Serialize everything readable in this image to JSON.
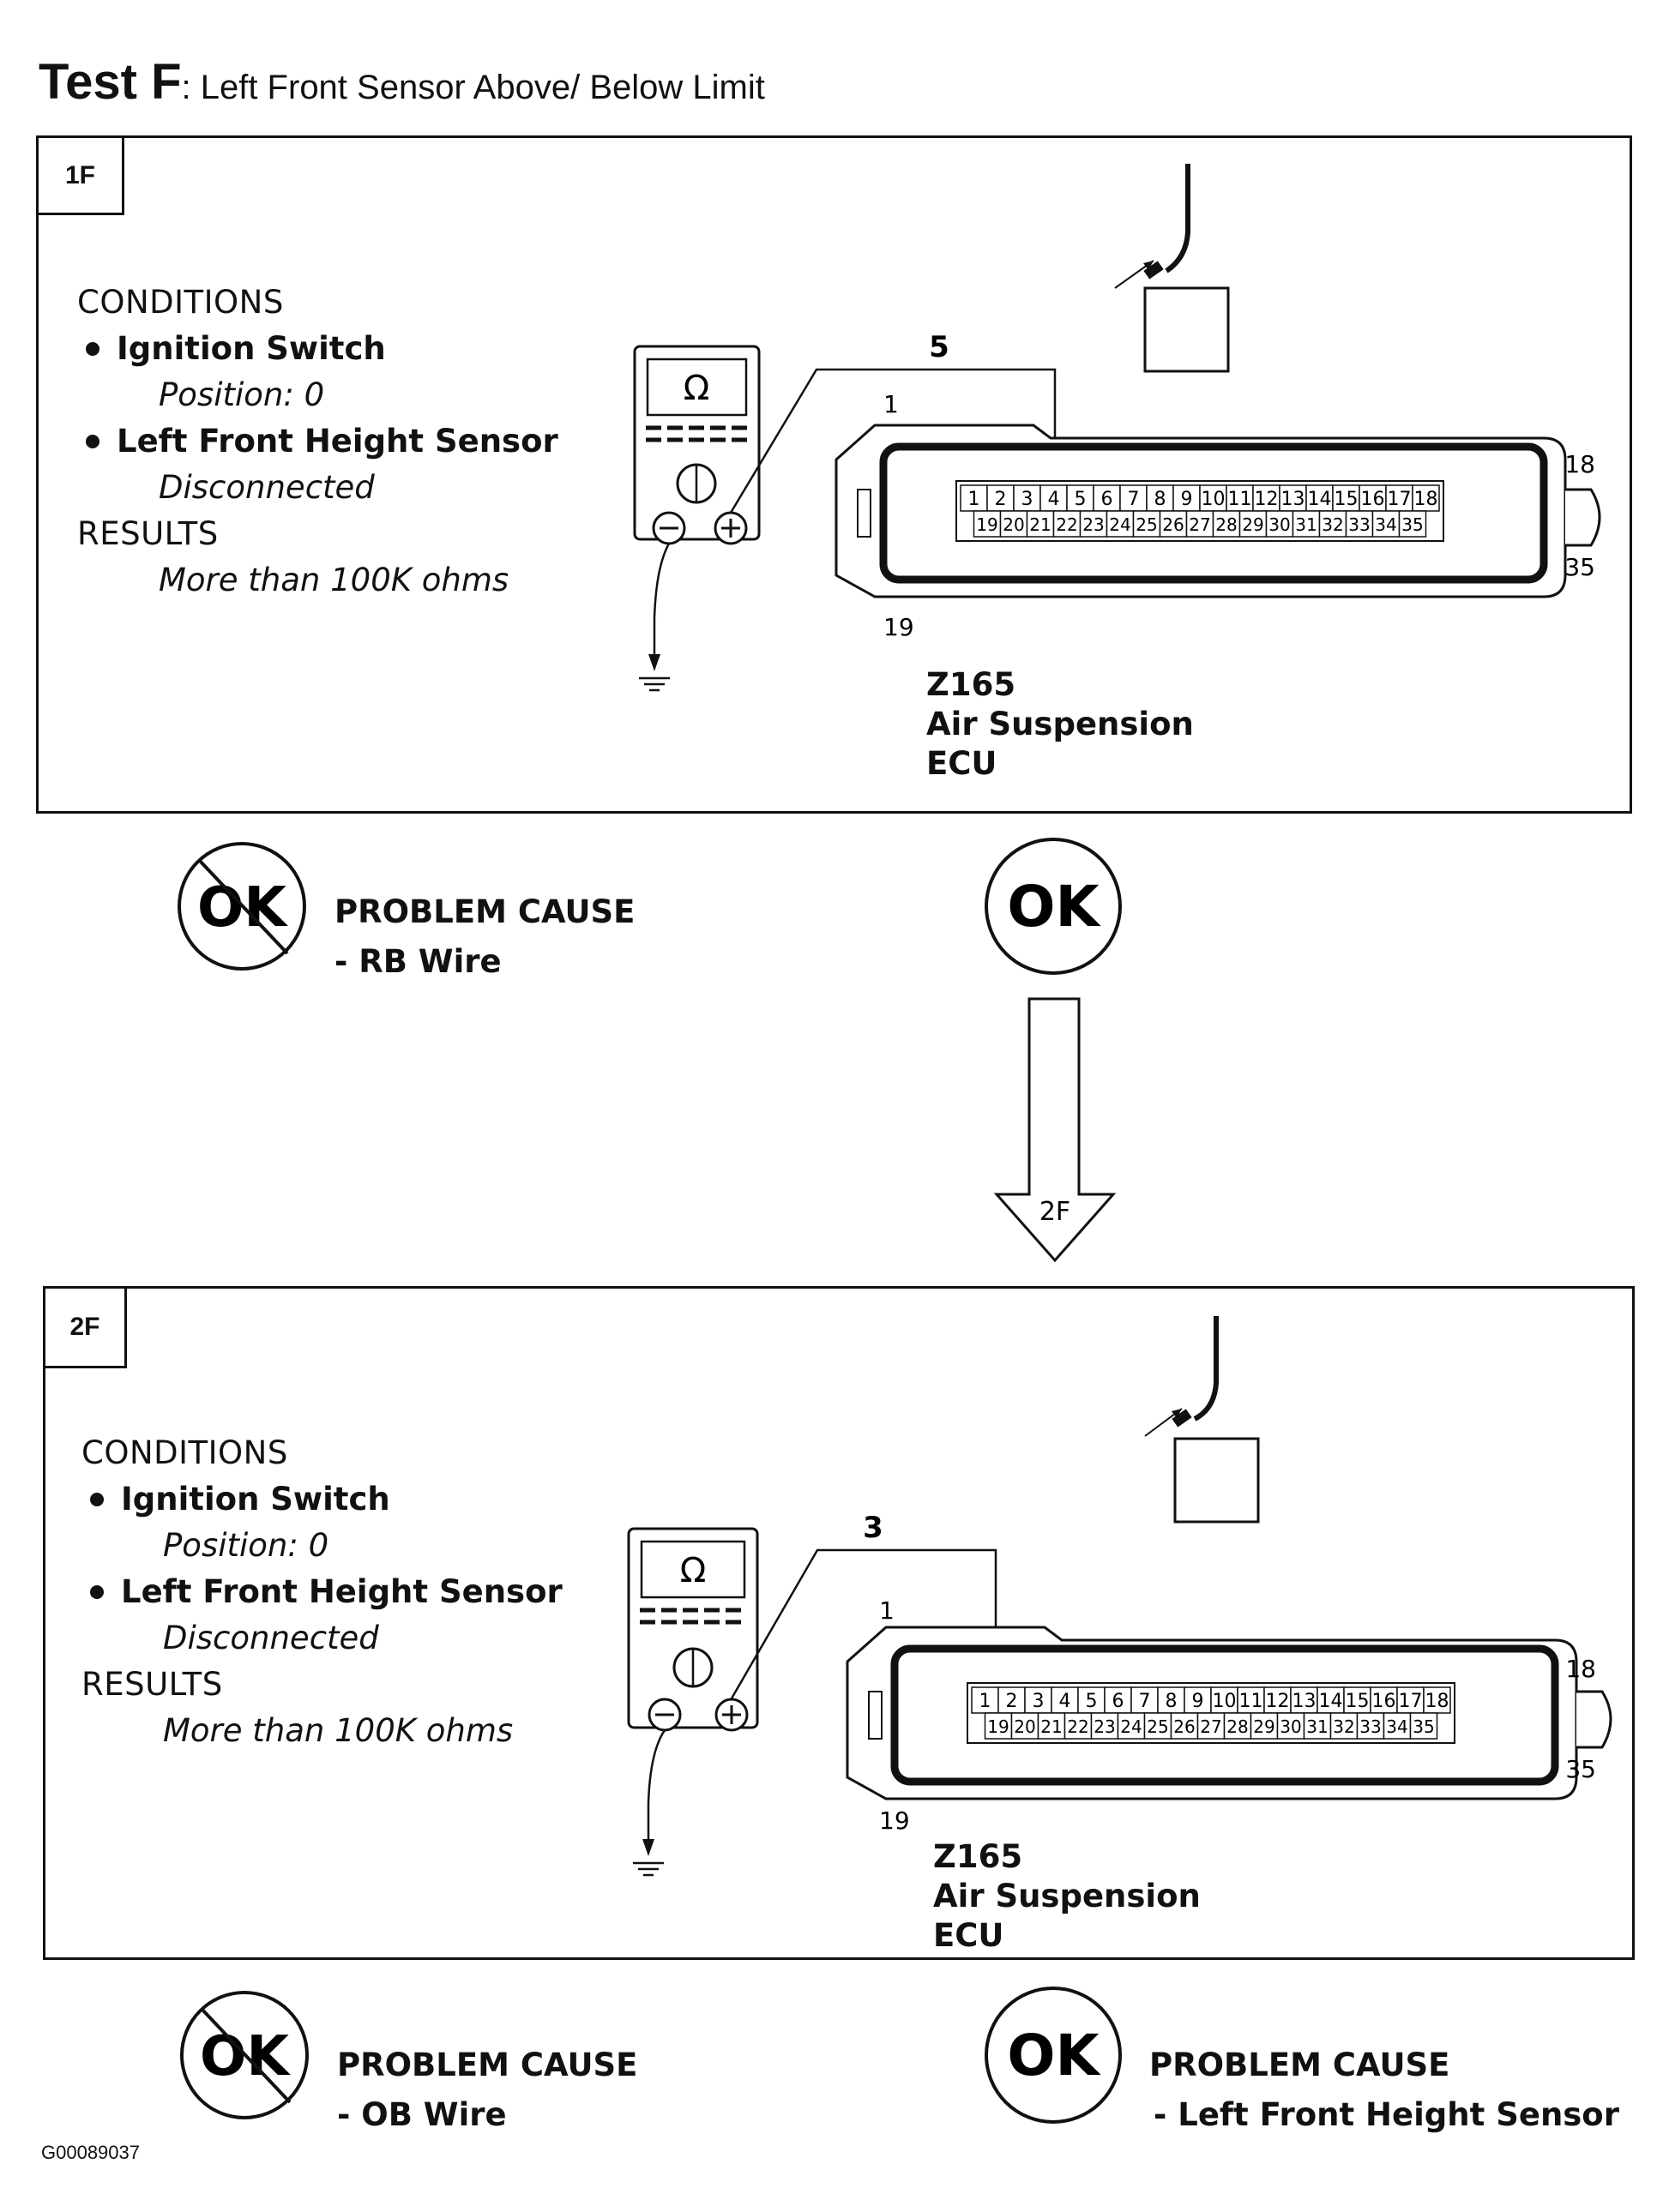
{
  "title": {
    "test": "Test F",
    "subtitle": ": Left Front Sensor Above/ Below Limit"
  },
  "panels": [
    {
      "tag": "1F",
      "conditions_label": "CONDITIONS",
      "items": [
        {
          "name": "Ignition Switch",
          "value": "Position: 0"
        },
        {
          "name": "Left Front Height Sensor",
          "value": "Disconnected"
        }
      ],
      "results_label": "RESULTS",
      "result": "More than 100K ohms",
      "meter_symbol": "Ω",
      "pin_label": "5",
      "pin_top_left": "1",
      "pin_top_right": "18",
      "pin_bottom_left": "19",
      "pin_bottom_right": "35",
      "ecu": [
        "Z165",
        "Air Suspension",
        "ECU"
      ]
    },
    {
      "tag": "2F",
      "conditions_label": "CONDITIONS",
      "items": [
        {
          "name": "Ignition Switch",
          "value": "Position: 0"
        },
        {
          "name": "Left Front Height Sensor",
          "value": "Disconnected"
        }
      ],
      "results_label": "RESULTS",
      "result": "More than 100K ohms",
      "meter_symbol": "Ω",
      "pin_label": "3",
      "pin_top_left": "1",
      "pin_top_right": "18",
      "pin_bottom_left": "19",
      "pin_bottom_right": "35",
      "ecu": [
        "Z165",
        "Air Suspension",
        "ECU"
      ]
    }
  ],
  "connector_pins": {
    "top": [
      "1",
      "2",
      "3",
      "4",
      "5",
      "6",
      "7",
      "8",
      "9",
      "10",
      "11",
      "12",
      "13",
      "14",
      "15",
      "16",
      "17",
      "18"
    ],
    "bottom": [
      "19",
      "20",
      "21",
      "22",
      "23",
      "24",
      "25",
      "26",
      "27",
      "28",
      "29",
      "30",
      "31",
      "32",
      "33",
      "34",
      "35"
    ]
  },
  "outcomes": {
    "ok_text": "OK",
    "p1_not_ok": {
      "label": "PROBLEM CAUSE",
      "cause": "- RB  Wire"
    },
    "arrow_label": "2F",
    "p2_not_ok": {
      "label": "PROBLEM CAUSE",
      "cause": "- OB  Wire"
    },
    "p2_ok": {
      "label": "PROBLEM CAUSE",
      "cause": "- Left Front Height Sensor"
    }
  },
  "figure_id": "G00089037"
}
